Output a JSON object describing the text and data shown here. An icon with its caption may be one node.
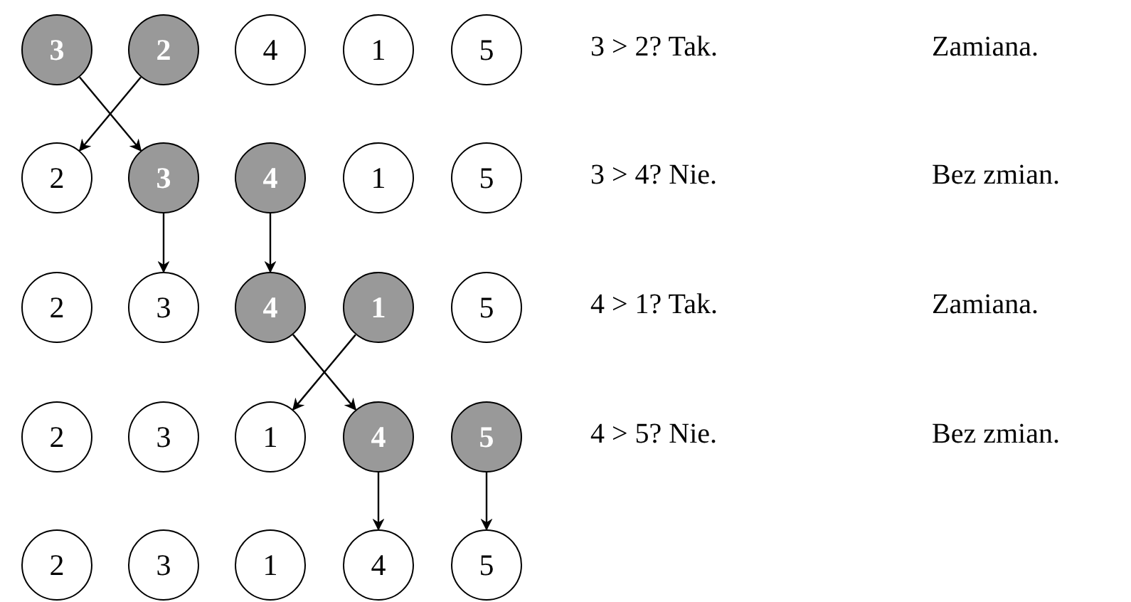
{
  "diagram": {
    "nodes": [
      {
        "text": [
          "3"
        ]
      },
      {
        "text": [
          "2"
        ]
      },
      {
        "text": [
          "4"
        ]
      },
      {
        "text": [
          "1"
        ]
      },
      {
        "text": [
          "5"
        ]
      },
      {
        "text": [
          "2"
        ]
      },
      {
        "text": [
          "3"
        ]
      },
      {
        "text": [
          "4"
        ]
      },
      {
        "text": [
          "1"
        ]
      },
      {
        "text": [
          "5"
        ]
      },
      {
        "text": [
          "2"
        ]
      },
      {
        "text": [
          "3"
        ]
      },
      {
        "text": [
          "4"
        ]
      },
      {
        "text": [
          "1"
        ]
      },
      {
        "text": [
          "5"
        ]
      },
      {
        "text": [
          "2"
        ]
      },
      {
        "text": [
          "3"
        ]
      },
      {
        "text": [
          "1"
        ]
      },
      {
        "text": [
          "4"
        ]
      },
      {
        "text": [
          "5"
        ]
      },
      {
        "text": [
          "2"
        ]
      },
      {
        "text": [
          "3"
        ]
      },
      {
        "text": [
          "1"
        ]
      },
      {
        "text": [
          "4"
        ]
      },
      {
        "text": [
          "5"
        ]
      }
    ],
    "edges": [
      {
        "from": 0,
        "to": 6,
        "arrow": "to"
      },
      {
        "from": 1,
        "to": 5,
        "arrow": "to"
      },
      {
        "from": 6,
        "to": 11,
        "arrow": "to"
      },
      {
        "from": 7,
        "to": 12,
        "arrow": "to"
      },
      {
        "from": 12,
        "to": 18,
        "arrow": "to"
      },
      {
        "from": 13,
        "to": 17,
        "arrow": "to"
      },
      {
        "from": 18,
        "to": 23,
        "arrow": "to"
      },
      {
        "from": 19,
        "to": 24,
        "arrow": "to"
      }
    ],
    "labels": [
      "3 > 2? Tak.",
      "Zamiana.",
      "3 > 4? Nie.",
      "Bez zmian.",
      "4 > 1? Tak.",
      "Zamiana.",
      "4 > 5? Nie.",
      "Bez zmian."
    ]
  }
}
